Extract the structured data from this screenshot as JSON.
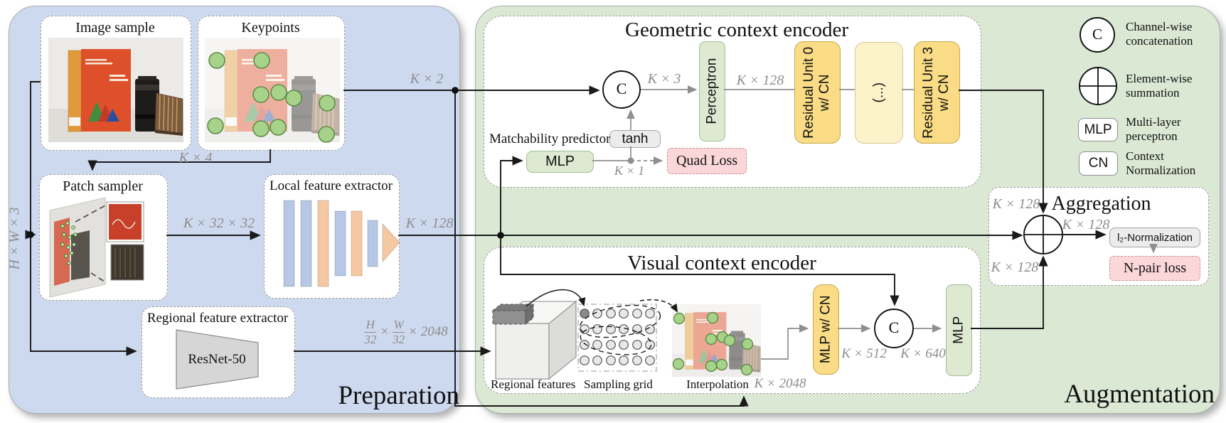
{
  "panels": {
    "preparation": {
      "title": "Preparation"
    },
    "augmentation": {
      "title": "Augmentation"
    }
  },
  "preparation": {
    "image_sample": {
      "title": "Image sample"
    },
    "keypoints": {
      "title": "Keypoints"
    },
    "patch_sampler": {
      "title": "Patch sampler"
    },
    "local_feature_extractor": {
      "title": "Local feature extractor"
    },
    "regional_feature_extractor": {
      "title": "Regional feature extractor",
      "block": "ResNet-50"
    },
    "input_dim": "H × W × 3"
  },
  "geometric_encoder": {
    "title": "Geometric context encoder",
    "concat": "C",
    "perceptron": "Perceptron",
    "residual_unit_0": {
      "line1": "Residual Unit 0",
      "line2": "w/ CN"
    },
    "ellipsis": "(...)",
    "residual_unit_3": {
      "line1": "Residual Unit 3",
      "line2": "w/ CN"
    },
    "matchability": {
      "label": "Matchability predictor",
      "mlp": "MLP",
      "tanh": "tanh",
      "quad_loss": "Quad Loss",
      "dim_out": "K × 1"
    },
    "dim_in": "K × 3",
    "dim_mid": "K × 128"
  },
  "visual_encoder": {
    "title": "Visual context encoder",
    "regional_features": "Regional features",
    "sampling_grid": "Sampling grid",
    "interpolation": "Interpolation",
    "dim_interp": "K × 2048",
    "mlp_cn": "MLP w/ CN",
    "concat": "C",
    "mlp": "MLP",
    "dim_mlp_in": "K × 512",
    "dim_concat_out": "K × 640"
  },
  "aggregation": {
    "title": "Aggregation",
    "dim_top": "K × 128",
    "dim_right": "K × 128",
    "dim_bottom": "K × 128",
    "l2_norm": "l₂-Normalization",
    "n_pair_loss": "N-pair loss"
  },
  "legend": {
    "items": [
      {
        "icon": "concat-circle-icon",
        "symbol": "C",
        "line1": "Channel-wise",
        "line2": "concatenation"
      },
      {
        "icon": "sum-circle-icon",
        "symbol": "+",
        "line1": "Element-wise",
        "line2": "summation"
      },
      {
        "icon": "mlp-box-icon",
        "symbol": "MLP",
        "line1": "Multi-layer",
        "line2": "perceptron"
      },
      {
        "icon": "cn-box-icon",
        "symbol": "CN",
        "line1": "Context",
        "line2": "Normalization"
      }
    ]
  },
  "edge_labels": {
    "k4": "K × 4",
    "k2": "K × 2",
    "k32": "K × 32 × 32",
    "k128_local": "K × 128",
    "regional_dim": {
      "num1": "H",
      "den1": "32",
      "times1": "×",
      "num2": "W",
      "den2": "32",
      "suffix": "× 2048"
    }
  }
}
